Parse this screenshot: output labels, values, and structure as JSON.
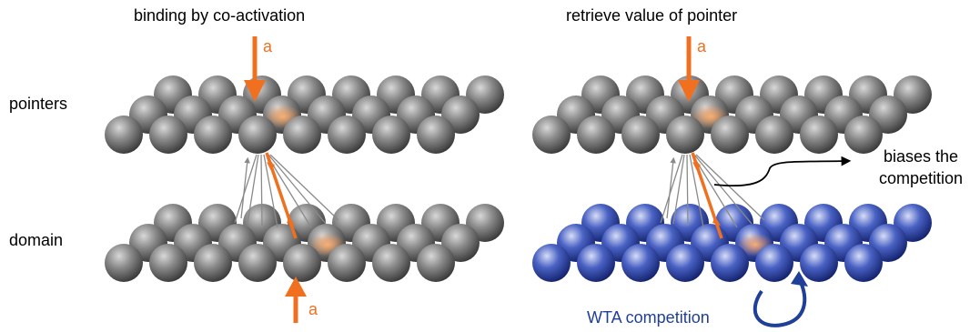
{
  "left_panel": {
    "title": "binding by co-activation",
    "input_label_top": "a",
    "input_label_bottom": "a"
  },
  "right_panel": {
    "title": "retrieve value of pointer",
    "input_label_top": "a",
    "bias_label": "biases the competition",
    "bias_label_line1": "biases the",
    "bias_label_line2": "competition",
    "wta_label": "WTA competition"
  },
  "row_labels": {
    "pointers": "pointers",
    "domain": "domain"
  },
  "colors": {
    "orange": "#f07020",
    "gray_sphere": "#6a6a6a",
    "blue_sphere": "#2a3fa0",
    "wta_text": "#1f3f99"
  }
}
